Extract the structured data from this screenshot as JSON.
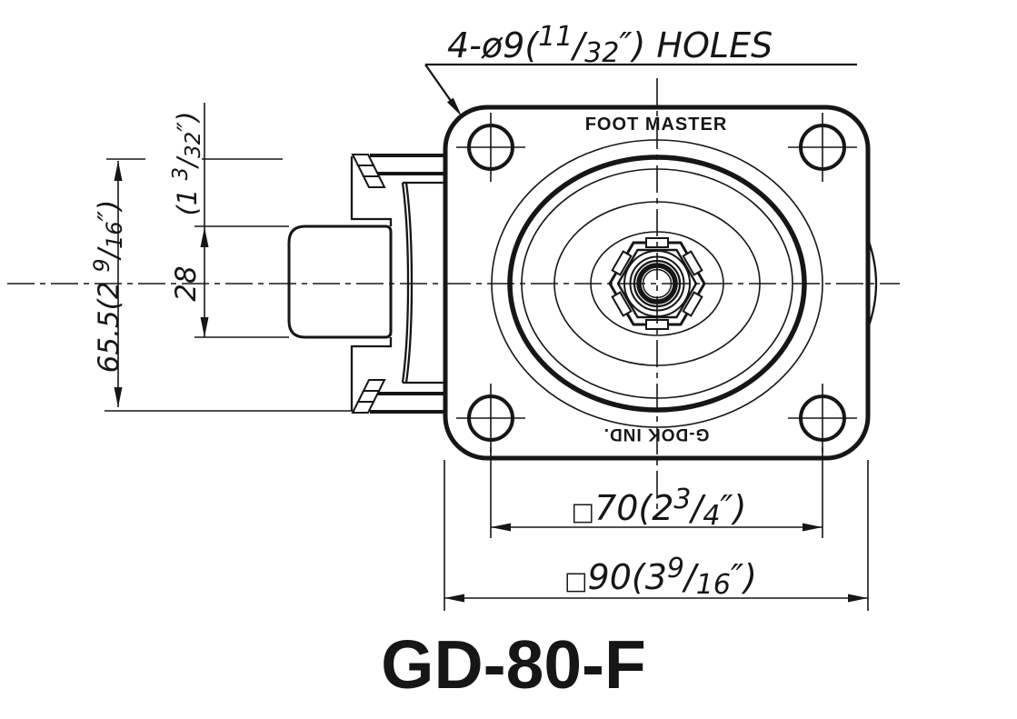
{
  "drawing": {
    "colors": {
      "line": "#161616",
      "bg": "#ffffff"
    },
    "note": {
      "prefix": "4-ø9(",
      "numerator": "11",
      "slash": "/",
      "denominator": "32",
      "suffix": "″) HOLES"
    },
    "plate": {
      "brand": "FOOT MASTER",
      "maker": "G-DOK IND."
    },
    "dims": {
      "height": {
        "prefix": "65.5(2 ",
        "numerator": "9",
        "slash": "/",
        "denominator": "16",
        "suffix": "″)"
      },
      "pedal_width": {
        "value": "28"
      },
      "pedal_width_inch": {
        "prefix": "(1 ",
        "numerator": "3",
        "slash": "/",
        "denominator": "32",
        "suffix": "″)"
      },
      "bolt_pitch": {
        "square": "□",
        "prefix": "70(2",
        "numerator": "3",
        "slash": "/",
        "denominator": "4",
        "suffix": "″)"
      },
      "plate_size": {
        "square": "□",
        "prefix": "90(3",
        "numerator": "9",
        "slash": "/",
        "denominator": "16",
        "suffix": "″)"
      }
    },
    "model": "GD-80-F"
  }
}
